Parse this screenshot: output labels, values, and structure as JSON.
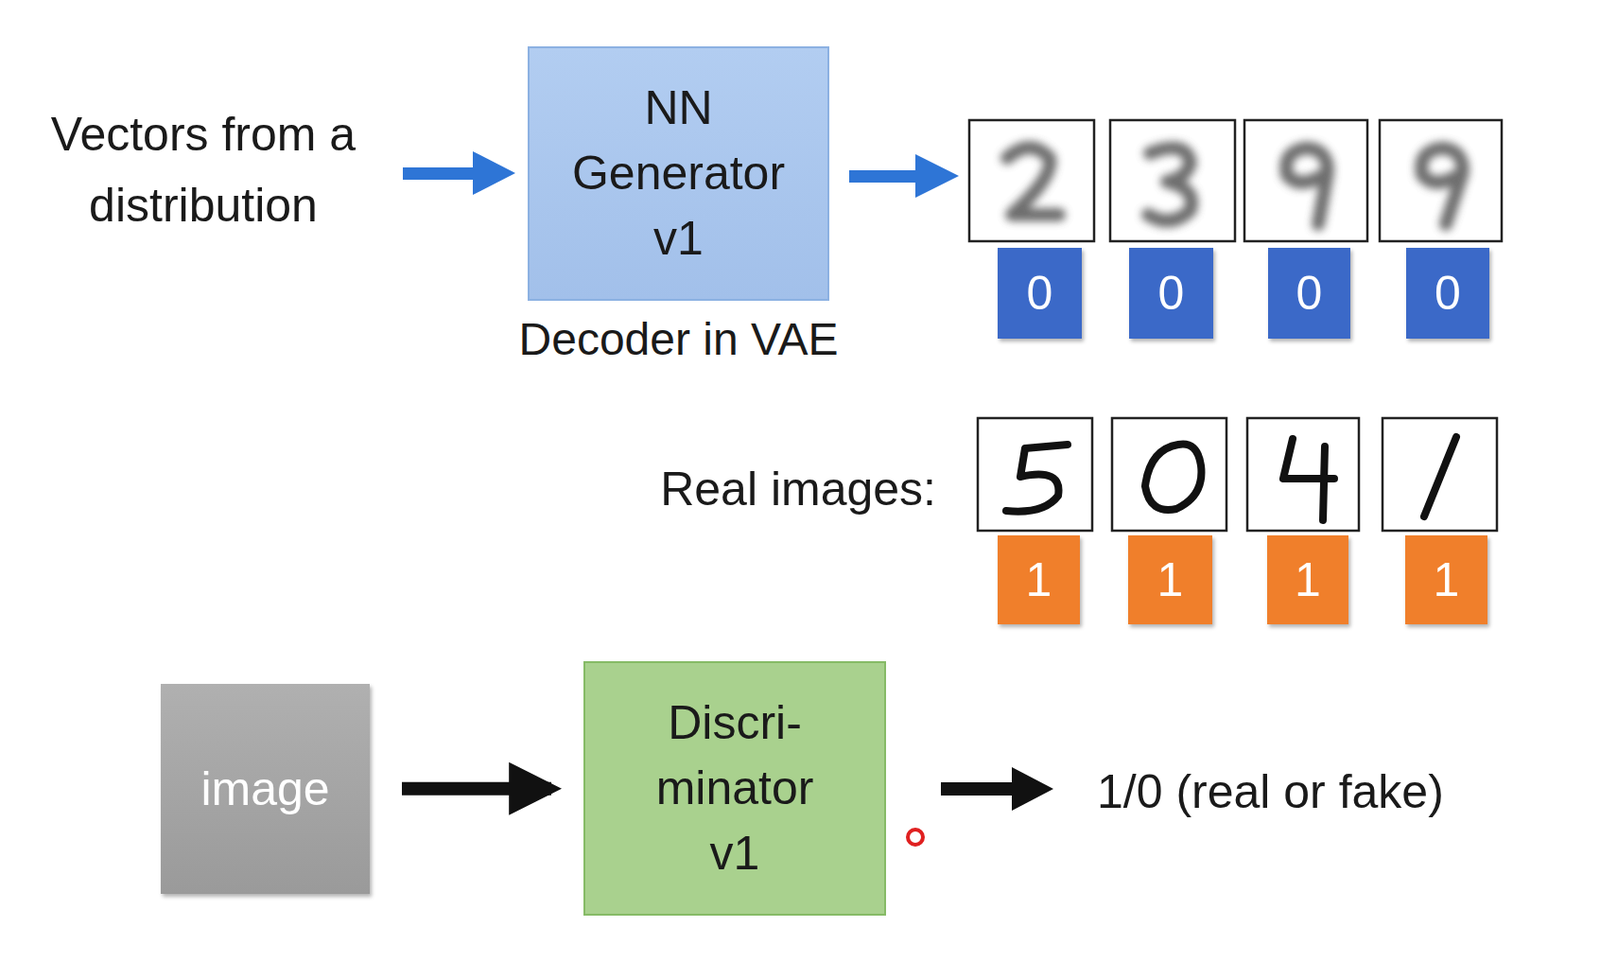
{
  "diagram": {
    "nodes": [
      {
        "text": [
          "NN Generator v1",
          "Decoder in VAE"
        ]
      },
      {
        "text": [
          "0"
        ]
      },
      {
        "text": [
          "0"
        ]
      },
      {
        "text": [
          "0"
        ]
      },
      {
        "text": [
          "0"
        ]
      },
      {
        "text": [
          "1"
        ]
      },
      {
        "text": [
          "1"
        ]
      },
      {
        "text": [
          "1"
        ]
      },
      {
        "text": [
          "1"
        ]
      },
      {
        "text": [
          "image"
        ]
      },
      {
        "text": [
          "Discri- minator v1"
        ]
      }
    ],
    "edges": [
      {
        "from": 9,
        "to": 10,
        "arrow": "to"
      }
    ],
    "labels": [
      "Vectors from a distribution",
      "Real images:",
      "1/0 (real or fake)"
    ]
  }
}
